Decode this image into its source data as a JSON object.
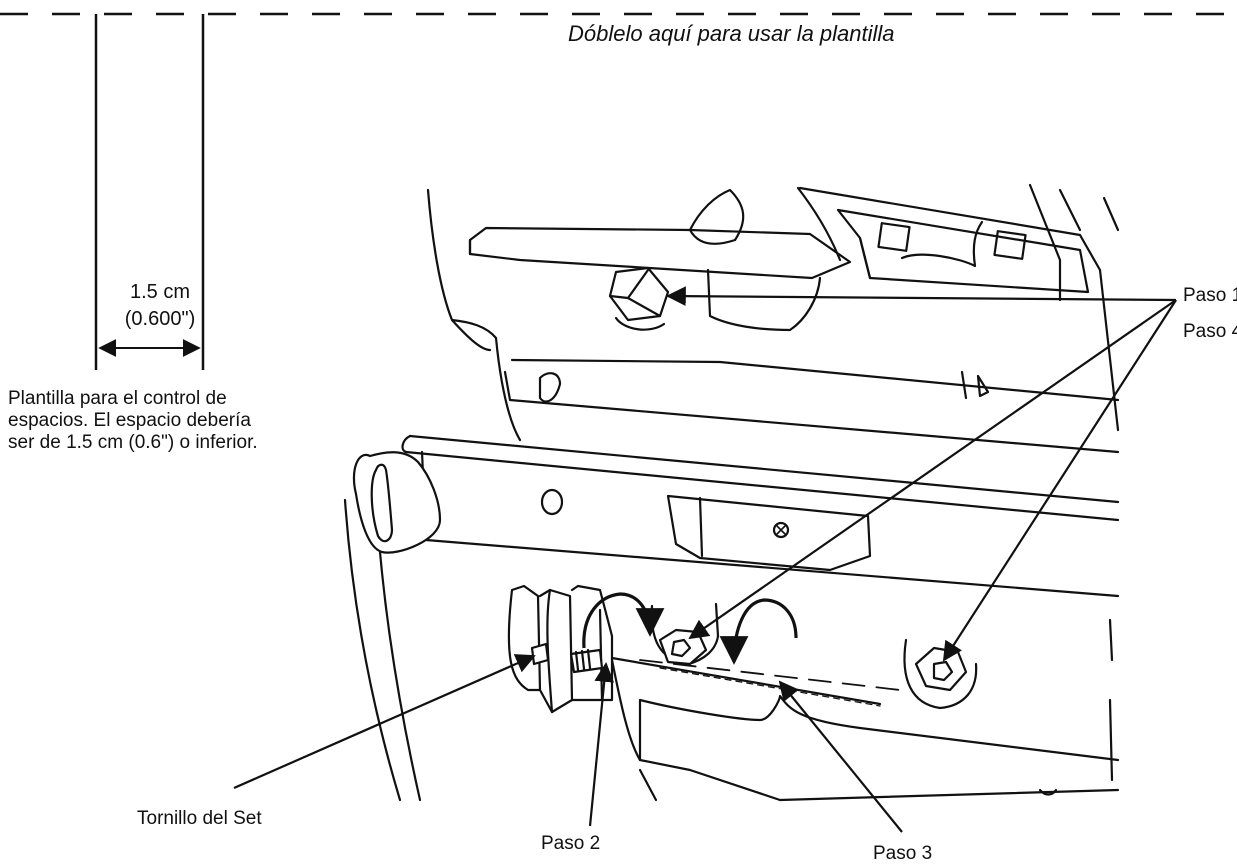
{
  "labels": {
    "fold_note": "Dóblelo aquí para usar la plantilla",
    "gap_value_metric": "1.5 cm",
    "gap_value_imperial": "(0.600\")",
    "template_note_lines": [
      "Plantilla para el control de",
      "espacios. El espacio debería",
      "ser de 1.5 cm (0.6\") o inferior."
    ],
    "paso_1": "Paso 1",
    "paso_4": "Paso 4",
    "set_screw": "Tornillo del Set",
    "paso_2": "Paso 2",
    "paso_3": "Paso 3"
  },
  "colors": {
    "line": "#111111",
    "background": "#ffffff"
  }
}
